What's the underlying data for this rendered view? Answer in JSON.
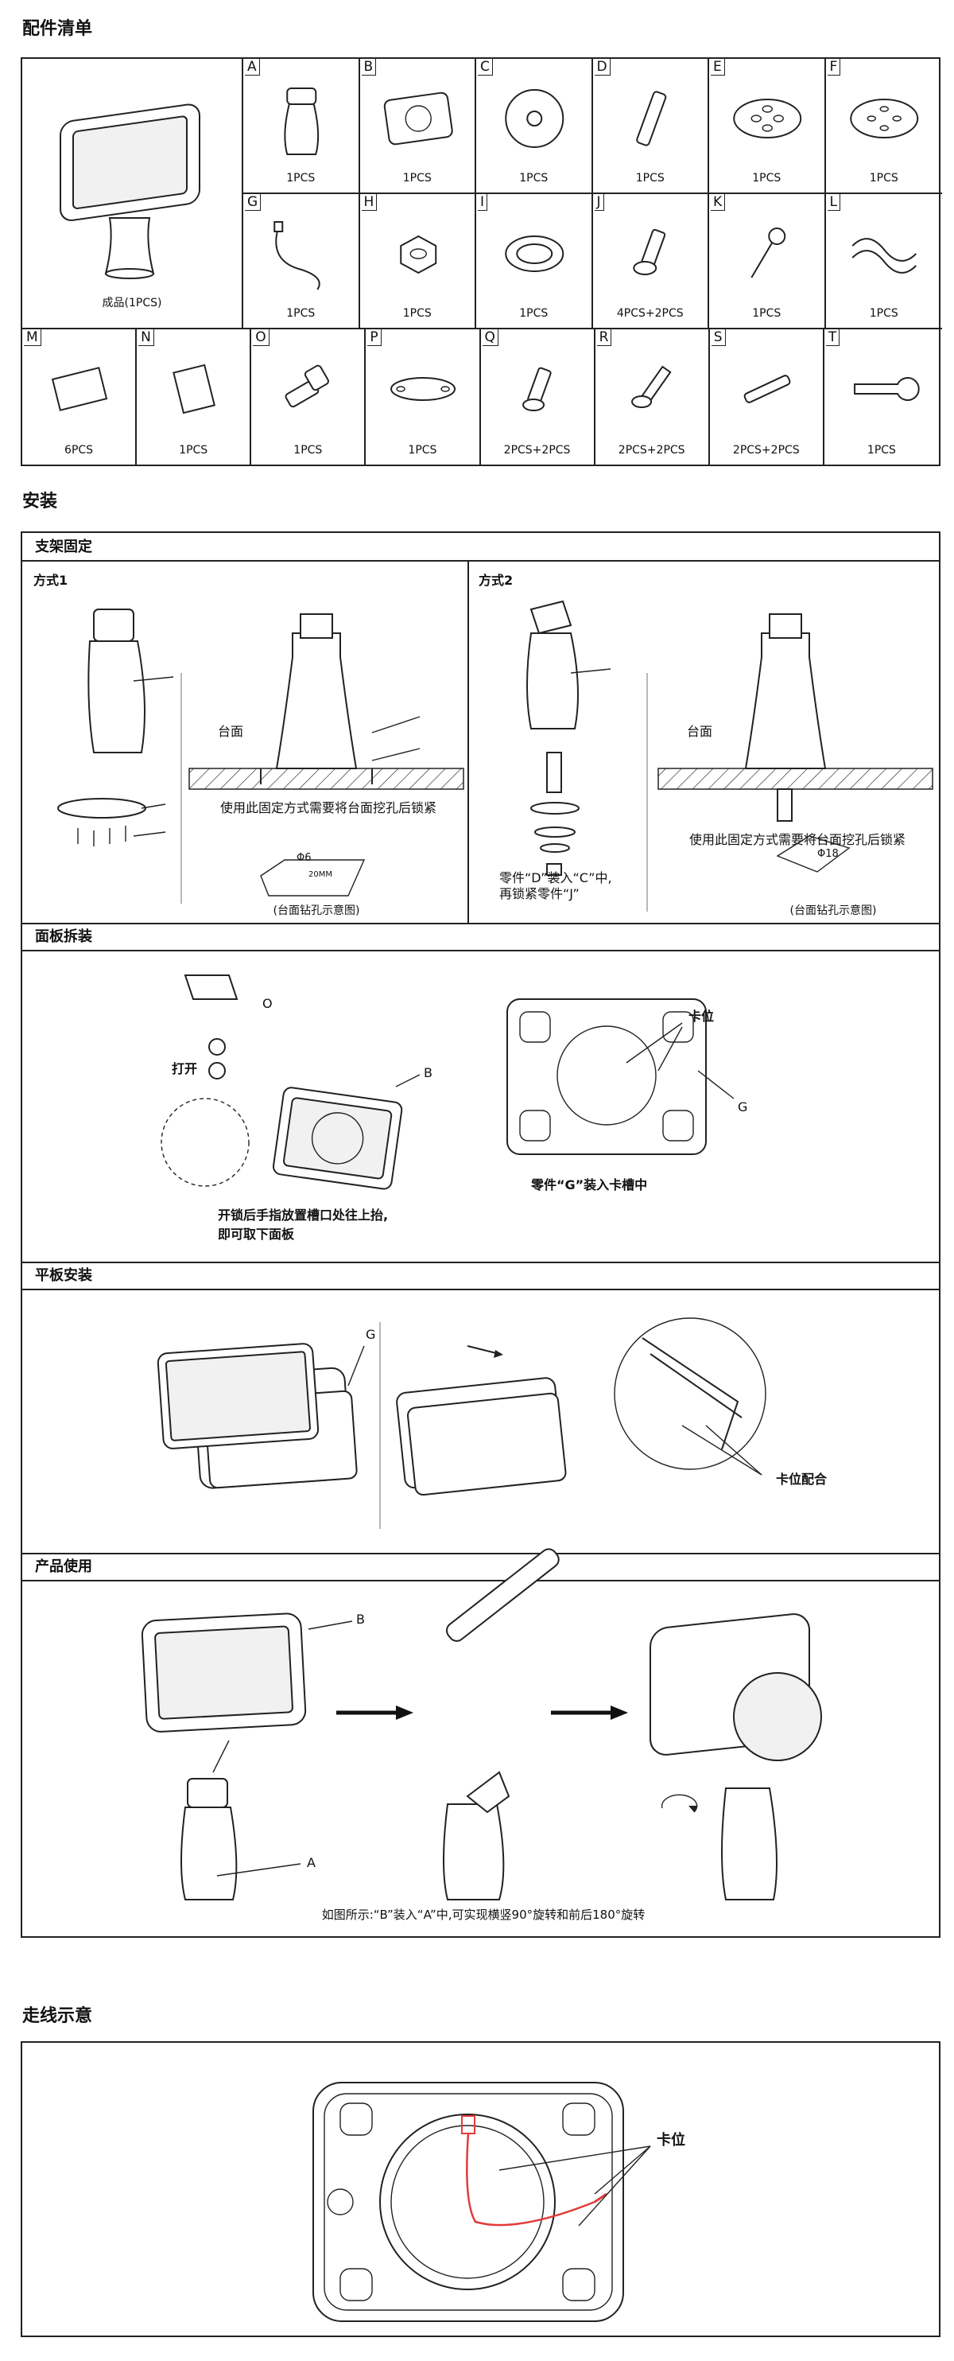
{
  "parts_title": "配件清单",
  "finished": {
    "label": "成品(1PCS)"
  },
  "parts": [
    {
      "letter": "A",
      "qty": "1PCS"
    },
    {
      "letter": "B",
      "qty": "1PCS"
    },
    {
      "letter": "C",
      "qty": "1PCS"
    },
    {
      "letter": "D",
      "qty": "1PCS"
    },
    {
      "letter": "E",
      "qty": "1PCS"
    },
    {
      "letter": "F",
      "qty": "1PCS"
    },
    {
      "letter": "G",
      "qty": "1PCS"
    },
    {
      "letter": "H",
      "qty": "1PCS"
    },
    {
      "letter": "I",
      "qty": "1PCS"
    },
    {
      "letter": "J",
      "qty": "4PCS+2PCS"
    },
    {
      "letter": "K",
      "qty": "1PCS"
    },
    {
      "letter": "L",
      "qty": "1PCS"
    },
    {
      "letter": "M",
      "qty": "6PCS"
    },
    {
      "letter": "N",
      "qty": "1PCS"
    },
    {
      "letter": "O",
      "qty": "1PCS"
    },
    {
      "letter": "P",
      "qty": "1PCS"
    },
    {
      "letter": "Q",
      "qty": "2PCS+2PCS"
    },
    {
      "letter": "R",
      "qty": "2PCS+2PCS"
    },
    {
      "letter": "S",
      "qty": "2PCS+2PCS"
    },
    {
      "letter": "T",
      "qty": "1PCS"
    }
  ],
  "install_title": "安装",
  "stand": {
    "title": "支架固定",
    "method1": {
      "title": "方式1",
      "surface": "台面",
      "caption": "使用此固定方式需要将台面挖孔后锁紧",
      "drill_caption": "(台面钻孔示意图)",
      "hole": "Φ6",
      "dim": "20MM"
    },
    "method2": {
      "title": "方式2",
      "surface": "台面",
      "caption": "使用此固定方式需要将台面挖孔后锁紧",
      "drill_caption": "(台面钻孔示意图)",
      "hole": "Φ18",
      "note1": "零件“D”装入“C”中,",
      "note2": "再锁紧零件“J”"
    }
  },
  "panel": {
    "title": "面板拆装",
    "open": "打开",
    "note1": "开锁后手指放置槽口处往上抬,",
    "note2": "即可取下面板",
    "slot": "卡位",
    "g_note": "零件“G”装入卡槽中"
  },
  "tablet": {
    "title": "平板安装",
    "fit": "卡位配合"
  },
  "usage": {
    "title": "产品使用",
    "note": "如图所示:“B”装入“A”中,可实现横竖90°旋转和前后180°旋转"
  },
  "wiring": {
    "title": "走线示意",
    "slot": "卡位"
  },
  "colors": {
    "line": "#222222",
    "cable": "#e23b3b"
  }
}
